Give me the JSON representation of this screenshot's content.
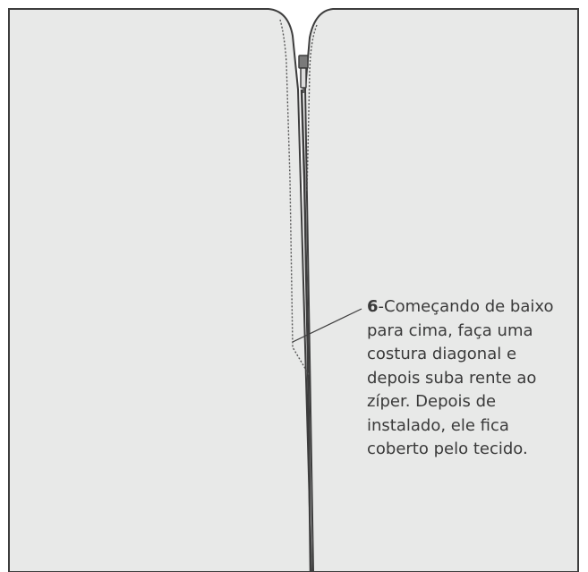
{
  "instruction": {
    "step_number": "6",
    "lines": [
      "-Começando de baixo",
      "para cima, faça uma",
      "costura diagonal e",
      "depois suba rente ao",
      "zíper. Depois de",
      "instalado, ele fica",
      "coberto pelo tecido."
    ]
  },
  "colors": {
    "fabric": "#e8e9e8",
    "outline": "#3d3d3d",
    "stitch": "#555555",
    "zipper_pull": "#7a7a7a"
  },
  "icons": {
    "zipper_pull": "zipper-pull-icon"
  }
}
